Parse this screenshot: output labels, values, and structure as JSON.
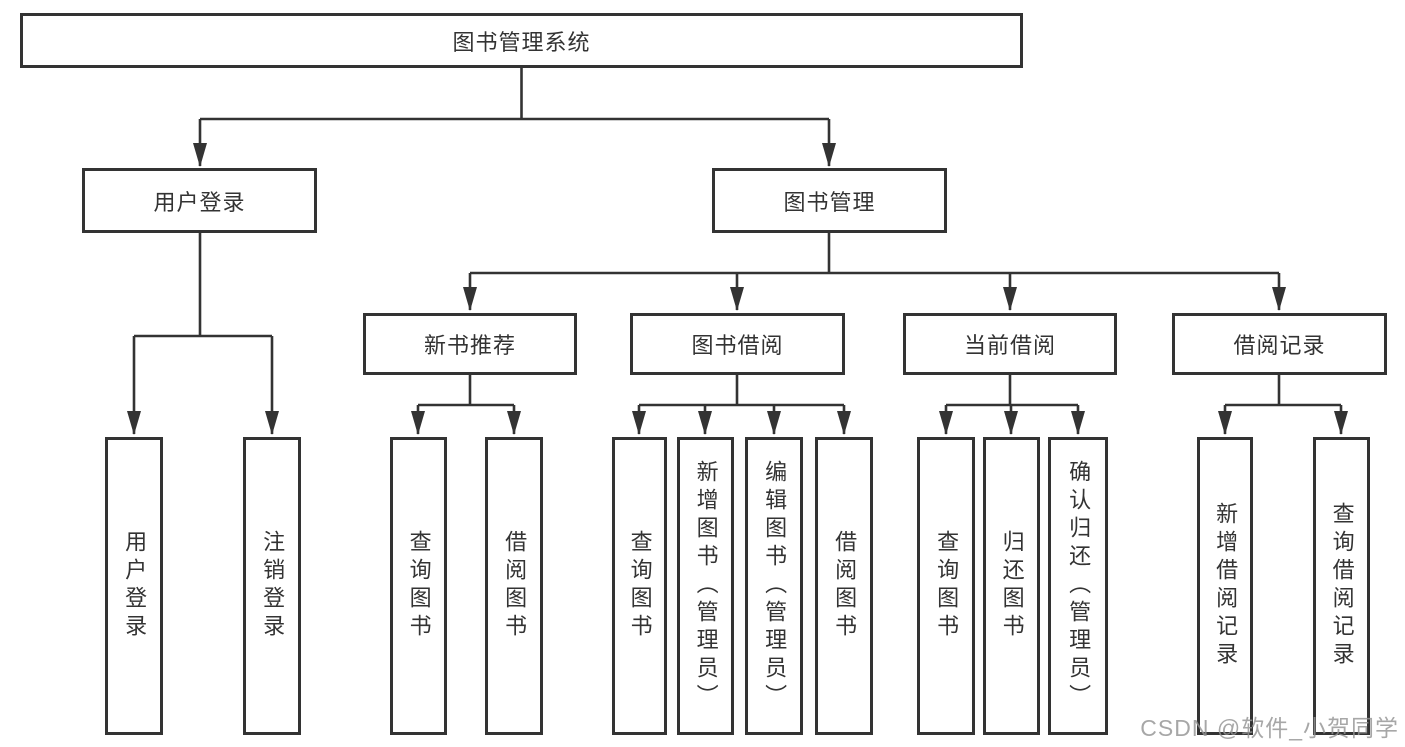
{
  "tree": {
    "root": {
      "label": "图书管理系统"
    },
    "level2": [
      {
        "label": "用户登录"
      },
      {
        "label": "图书管理"
      }
    ],
    "level3": [
      {
        "label": "新书推荐"
      },
      {
        "label": "图书借阅"
      },
      {
        "label": "当前借阅"
      },
      {
        "label": "借阅记录"
      }
    ],
    "leaves": [
      {
        "label": "用户登录"
      },
      {
        "label": "注销登录"
      },
      {
        "label": "查询图书"
      },
      {
        "label": "借阅图书"
      },
      {
        "label": "查询图书"
      },
      {
        "label": "新增图书（管理员）"
      },
      {
        "label": "编辑图书（管理员）"
      },
      {
        "label": "借阅图书"
      },
      {
        "label": "查询图书"
      },
      {
        "label": "归还图书"
      },
      {
        "label": "确认归还（管理员）"
      },
      {
        "label": "新增借阅记录"
      },
      {
        "label": "查询借阅记录"
      }
    ]
  },
  "watermark": {
    "text": "CSDN @软件_小贺同学"
  },
  "colors": {
    "line": "#333333",
    "box_border": "#333333",
    "text": "#333333",
    "background": "#ffffff",
    "watermark": "#949494"
  }
}
